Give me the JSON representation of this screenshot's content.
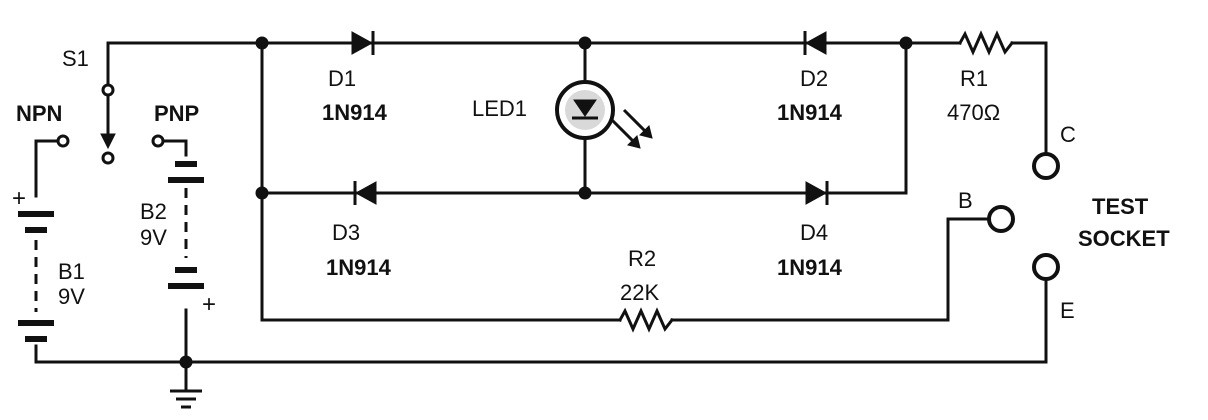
{
  "switch": {
    "label": "S1"
  },
  "npn": {
    "label": "NPN"
  },
  "pnp": {
    "label": "PNP"
  },
  "battery1": {
    "name": "B1",
    "voltage": "9V",
    "plus": "+"
  },
  "battery2": {
    "name": "B2",
    "voltage": "9V",
    "plus": "+"
  },
  "d1": {
    "name": "D1",
    "part": "1N914"
  },
  "d2": {
    "name": "D2",
    "part": "1N914"
  },
  "d3": {
    "name": "D3",
    "part": "1N914"
  },
  "d4": {
    "name": "D4",
    "part": "1N914"
  },
  "led": {
    "name": "LED1"
  },
  "r1": {
    "name": "R1",
    "value": "470Ω"
  },
  "r2": {
    "name": "R2",
    "value": "22K"
  },
  "socket": {
    "title_line1": "TEST",
    "title_line2": "SOCKET",
    "c": "C",
    "b": "B",
    "e": "E"
  }
}
